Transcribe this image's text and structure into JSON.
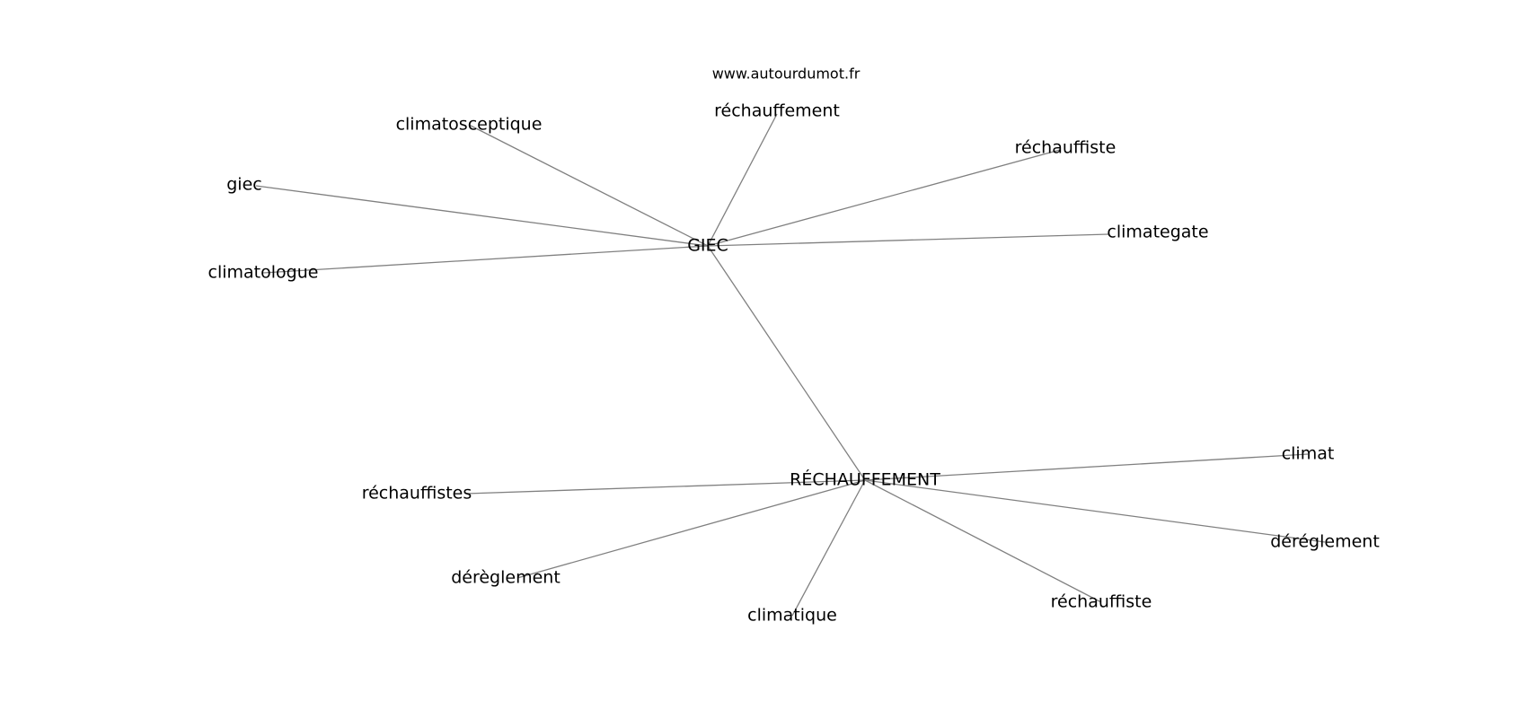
{
  "site": "www.autourdumot.fr",
  "hubs": [
    {
      "id": "giec",
      "label": "GIEC",
      "neighbors": [
        {
          "id": "giec-n0",
          "label": "réchauffement"
        },
        {
          "id": "giec-n1",
          "label": "réchauffiste"
        },
        {
          "id": "giec-n2",
          "label": "climategate"
        },
        {
          "id": "giec-n3",
          "label": "climatosceptique"
        },
        {
          "id": "giec-n4",
          "label": "giec"
        },
        {
          "id": "giec-n5",
          "label": "climatologue"
        }
      ]
    },
    {
      "id": "rechauffement",
      "label": "RÉCHAUFFEMENT",
      "neighbors": [
        {
          "id": "rech-n0",
          "label": "climat"
        },
        {
          "id": "rech-n1",
          "label": "dérèglement"
        },
        {
          "id": "rech-n2",
          "label": "déréglement"
        },
        {
          "id": "rech-n3",
          "label": "réchauffistes"
        },
        {
          "id": "rech-n4",
          "label": "climatique"
        },
        {
          "id": "rech-n5",
          "label": "réchauffiste"
        }
      ]
    }
  ],
  "hub_link": [
    "giec",
    "rechauffement"
  ]
}
